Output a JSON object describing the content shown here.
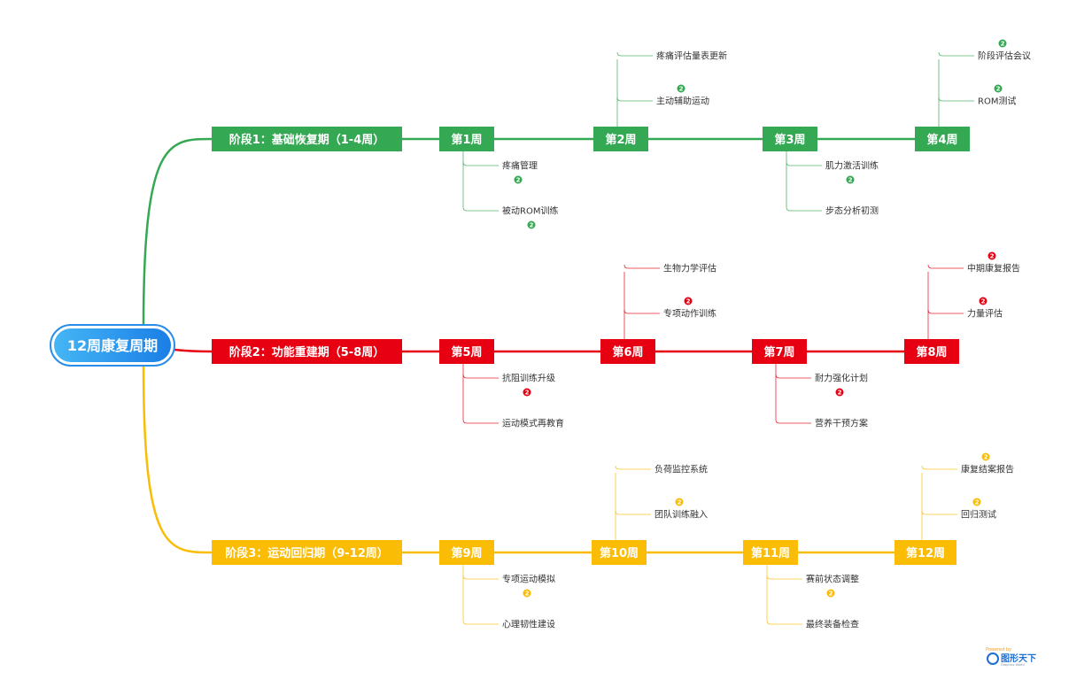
{
  "root": {
    "label": "12周康复周期"
  },
  "phases": [
    {
      "label": "阶段1：基础恢复期（1-4周）",
      "color": "#34a853",
      "weeks": [
        {
          "label": "第1周",
          "tasks": [
            {
              "label": "疼痛管理",
              "badge": "2"
            },
            {
              "label": "被动ROM训练",
              "badge": "2"
            }
          ]
        },
        {
          "label": "第2周",
          "tasks": [
            {
              "label": "疼痛评估量表更新",
              "badge": ""
            },
            {
              "label": "主动辅助运动",
              "badge": "2"
            }
          ]
        },
        {
          "label": "第3周",
          "tasks": [
            {
              "label": "肌力激活训练",
              "badge": "2"
            },
            {
              "label": "步态分析初测",
              "badge": ""
            }
          ]
        },
        {
          "label": "第4周",
          "tasks": [
            {
              "label": "阶段评估会议",
              "badge": "2"
            },
            {
              "label": "ROM测试",
              "badge": "2"
            }
          ]
        }
      ]
    },
    {
      "label": "阶段2：功能重建期（5-8周）",
      "color": "#e60012",
      "weeks": [
        {
          "label": "第5周",
          "tasks": [
            {
              "label": "抗阻训练升级",
              "badge": "2"
            },
            {
              "label": "运动模式再教育",
              "badge": ""
            }
          ]
        },
        {
          "label": "第6周",
          "tasks": [
            {
              "label": "生物力学评估",
              "badge": ""
            },
            {
              "label": "专项动作训练",
              "badge": "2"
            }
          ]
        },
        {
          "label": "第7周",
          "tasks": [
            {
              "label": "耐力强化计划",
              "badge": "2"
            },
            {
              "label": "营养干预方案",
              "badge": ""
            }
          ]
        },
        {
          "label": "第8周",
          "tasks": [
            {
              "label": "中期康复报告",
              "badge": "2"
            },
            {
              "label": "力量评估",
              "badge": "2"
            }
          ]
        }
      ]
    },
    {
      "label": "阶段3：运动回归期（9-12周）",
      "color": "#fbbc05",
      "weeks": [
        {
          "label": "第9周",
          "tasks": [
            {
              "label": "专项运动模拟",
              "badge": "2"
            },
            {
              "label": "心理韧性建设",
              "badge": ""
            }
          ]
        },
        {
          "label": "第10周",
          "tasks": [
            {
              "label": "负荷监控系统",
              "badge": ""
            },
            {
              "label": "团队训练融入",
              "badge": "2"
            }
          ]
        },
        {
          "label": "第11周",
          "tasks": [
            {
              "label": "赛前状态调整",
              "badge": "2"
            },
            {
              "label": "最终装备检查",
              "badge": ""
            }
          ]
        },
        {
          "label": "第12周",
          "tasks": [
            {
              "label": "康复结案报告",
              "badge": "2"
            },
            {
              "label": "回归测试",
              "badge": "2"
            }
          ]
        }
      ]
    }
  ],
  "footer": {
    "powered_by": "Powered by",
    "logo_text": "图形天下",
    "logo_sub": "Graphics World"
  }
}
